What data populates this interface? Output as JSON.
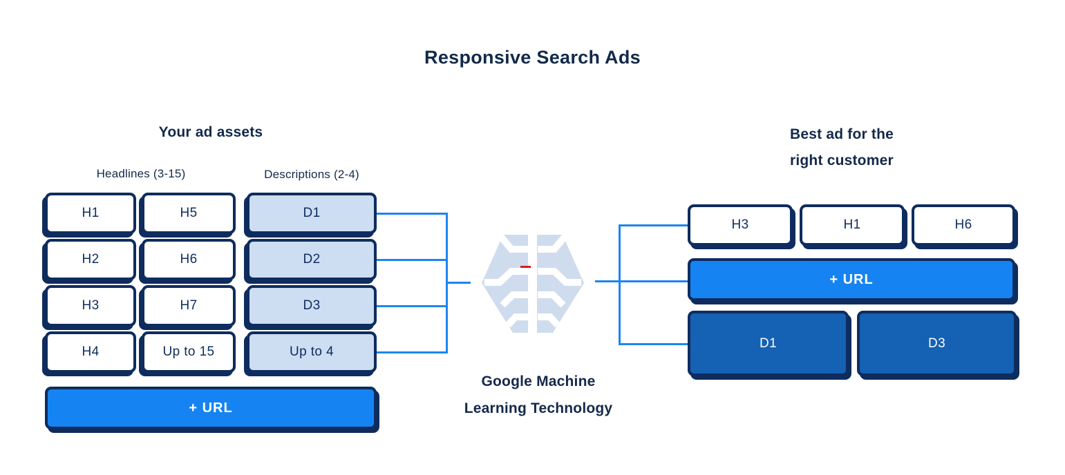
{
  "title": "Responsive Search Ads",
  "left": {
    "heading": "Your ad assets",
    "headlines_label": "Headlines (3-15)",
    "descriptions_label": "Descriptions (2-4)",
    "headline_col1": [
      "H1",
      "H2",
      "H3",
      "H4"
    ],
    "headline_col2": [
      "H5",
      "H6",
      "H7",
      "Up to 15"
    ],
    "descriptions": [
      "D1",
      "D2",
      "D3",
      "Up to 4"
    ],
    "url_label": "+ URL"
  },
  "center": {
    "icon": "machine-learning-brain-icon",
    "caption_line1": "Google Machine",
    "caption_line2": "Learning Technology"
  },
  "right": {
    "heading_line1": "Best ad for the",
    "heading_line2": "right customer",
    "headlines": [
      "H3",
      "H1",
      "H6"
    ],
    "url_label": "+ URL",
    "descriptions": [
      "D1",
      "D3"
    ]
  },
  "colors": {
    "navy": "#0e2c5e",
    "heading": "#13294a",
    "bright-blue": "#1584f2",
    "medium-blue": "#1561b3",
    "light-blue": "#cdddf2",
    "brain-blue": "#cfdcee",
    "connector": "#1c85ef",
    "red": "#da1b1b"
  }
}
